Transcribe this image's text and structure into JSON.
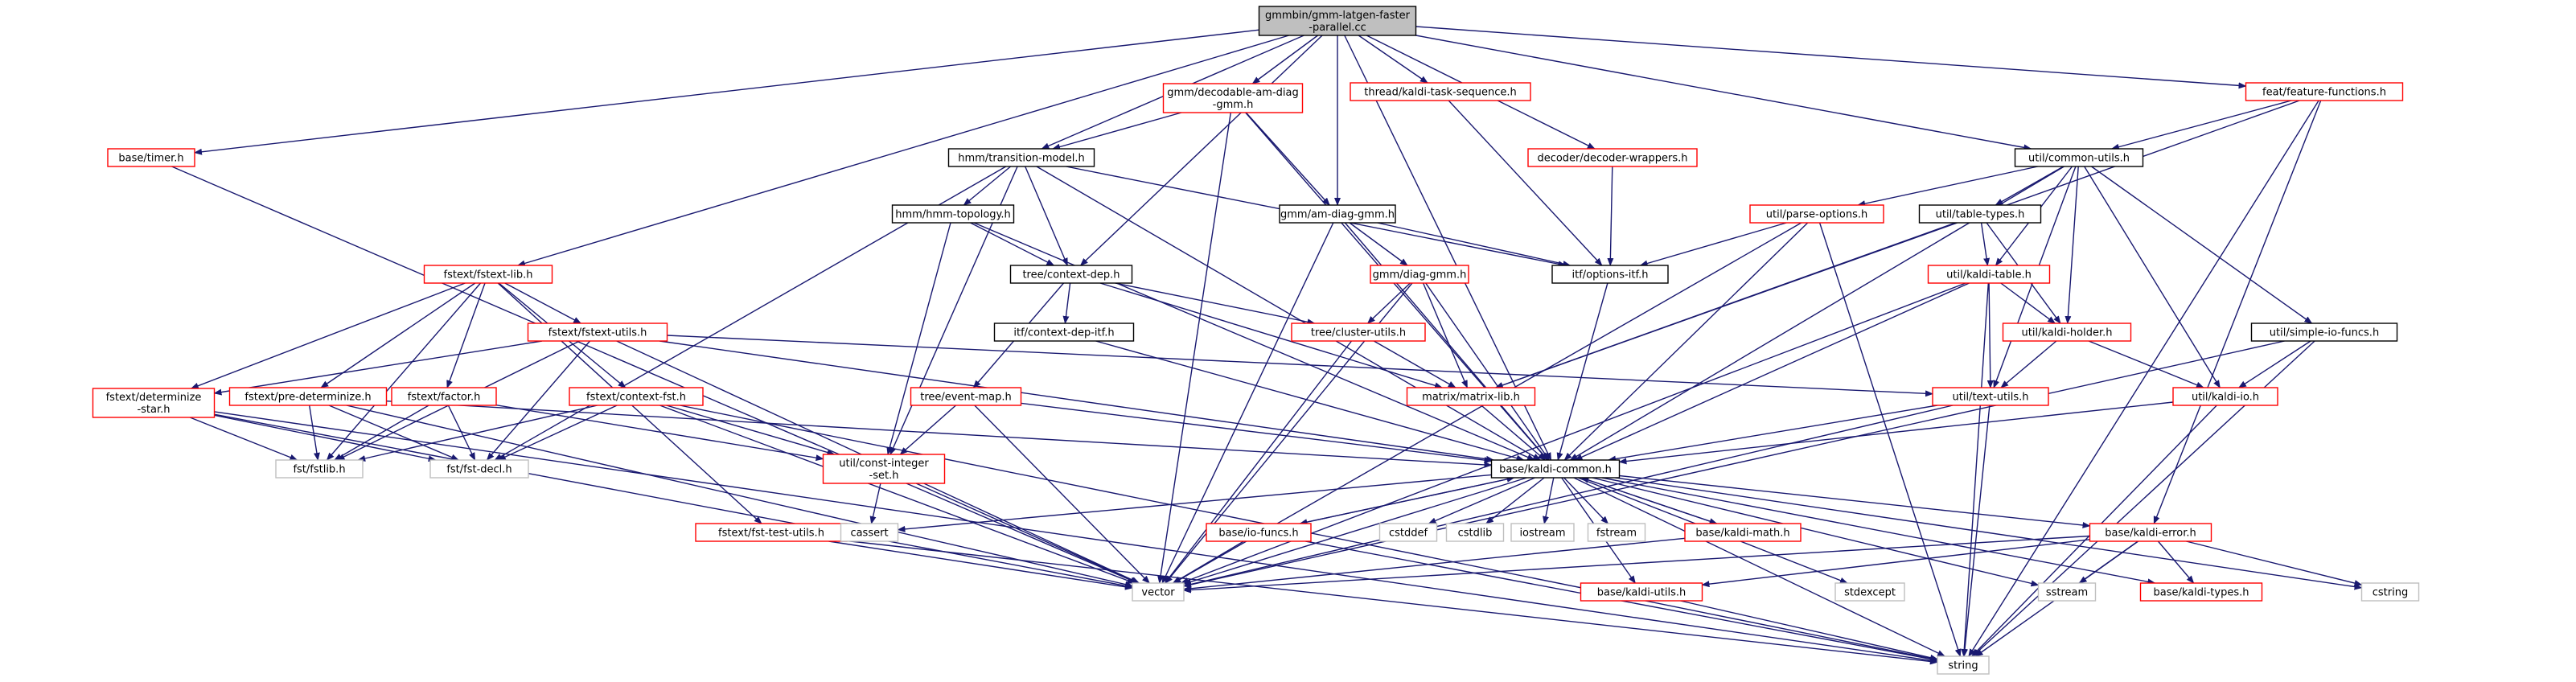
{
  "diagram": {
    "colors": {
      "root_fill": "#bfbfbf",
      "root_border": "#000000",
      "border_black": "#000000",
      "border_red": "#ff0000",
      "border_gray": "#bfbfbf",
      "edge": "#191970"
    },
    "nodes": [
      {
        "id": "root",
        "lines": [
          "gmmbin/gmm-latgen-faster",
          "-parallel.cc"
        ],
        "style": "root"
      },
      {
        "id": "base_timer",
        "lines": [
          "base/timer.h"
        ],
        "style": "red"
      },
      {
        "id": "fstext_lib",
        "lines": [
          "fstext/fstext-lib.h"
        ],
        "style": "red"
      },
      {
        "id": "hmm_tm",
        "lines": [
          "hmm/transition-model.h"
        ],
        "style": "black"
      },
      {
        "id": "gmm_decodable",
        "lines": [
          "gmm/decodable-am-diag",
          "-gmm.h"
        ],
        "style": "red"
      },
      {
        "id": "thread_kts",
        "lines": [
          "thread/kaldi-task-sequence.h"
        ],
        "style": "red"
      },
      {
        "id": "decoder_wrappers",
        "lines": [
          "decoder/decoder-wrappers.h"
        ],
        "style": "red"
      },
      {
        "id": "feat_ff",
        "lines": [
          "feat/feature-functions.h"
        ],
        "style": "red"
      },
      {
        "id": "util_common",
        "lines": [
          "util/common-utils.h"
        ],
        "style": "black"
      },
      {
        "id": "hmm_topo",
        "lines": [
          "hmm/hmm-topology.h"
        ],
        "style": "black"
      },
      {
        "id": "gmm_amdiag",
        "lines": [
          "gmm/am-diag-gmm.h"
        ],
        "style": "black"
      },
      {
        "id": "util_parse",
        "lines": [
          "util/parse-options.h"
        ],
        "style": "red"
      },
      {
        "id": "util_tabletypes",
        "lines": [
          "util/table-types.h"
        ],
        "style": "black"
      },
      {
        "id": "gmm_diaggmm",
        "lines": [
          "gmm/diag-gmm.h"
        ],
        "style": "red"
      },
      {
        "id": "tree_cd",
        "lines": [
          "tree/context-dep.h"
        ],
        "style": "black"
      },
      {
        "id": "itf_options",
        "lines": [
          "itf/options-itf.h"
        ],
        "style": "black"
      },
      {
        "id": "util_kaldi_table",
        "lines": [
          "util/kaldi-table.h"
        ],
        "style": "red"
      },
      {
        "id": "fstext_utils",
        "lines": [
          "fstext/fstext-utils.h"
        ],
        "style": "red"
      },
      {
        "id": "itf_cdi",
        "lines": [
          "itf/context-dep-itf.h"
        ],
        "style": "black"
      },
      {
        "id": "tree_cluster",
        "lines": [
          "tree/cluster-utils.h"
        ],
        "style": "red"
      },
      {
        "id": "util_kaldi_holder",
        "lines": [
          "util/kaldi-holder.h"
        ],
        "style": "red"
      },
      {
        "id": "util_sio",
        "lines": [
          "util/simple-io-funcs.h"
        ],
        "style": "black"
      },
      {
        "id": "fstext_det",
        "lines": [
          "fstext/determinize",
          "-star.h"
        ],
        "style": "red"
      },
      {
        "id": "fstext_predet",
        "lines": [
          "fstext/pre-determinize.h"
        ],
        "style": "red"
      },
      {
        "id": "fstext_factor",
        "lines": [
          "fstext/factor.h"
        ],
        "style": "red"
      },
      {
        "id": "fstext_cfst",
        "lines": [
          "fstext/context-fst.h"
        ],
        "style": "red"
      },
      {
        "id": "tree_em",
        "lines": [
          "tree/event-map.h"
        ],
        "style": "red"
      },
      {
        "id": "matrix_lib",
        "lines": [
          "matrix/matrix-lib.h"
        ],
        "style": "red"
      },
      {
        "id": "util_text",
        "lines": [
          "util/text-utils.h"
        ],
        "style": "red"
      },
      {
        "id": "util_kio",
        "lines": [
          "util/kaldi-io.h"
        ],
        "style": "red"
      },
      {
        "id": "fst_fstlib",
        "lines": [
          "fst/fstlib.h"
        ],
        "style": "gray"
      },
      {
        "id": "fst_decl",
        "lines": [
          "fst/fst-decl.h"
        ],
        "style": "gray"
      },
      {
        "id": "util_cis",
        "lines": [
          "util/const-integer",
          "-set.h"
        ],
        "style": "red"
      },
      {
        "id": "base_common",
        "lines": [
          "base/kaldi-common.h"
        ],
        "style": "black"
      },
      {
        "id": "fstext_ftu",
        "lines": [
          "fstext/fst-test-utils.h"
        ],
        "style": "red"
      },
      {
        "id": "cassert",
        "lines": [
          "cassert"
        ],
        "style": "gray"
      },
      {
        "id": "base_iofuncs",
        "lines": [
          "base/io-funcs.h"
        ],
        "style": "red"
      },
      {
        "id": "cstddef",
        "lines": [
          "cstddef"
        ],
        "style": "gray"
      },
      {
        "id": "cstdlib",
        "lines": [
          "cstdlib"
        ],
        "style": "gray"
      },
      {
        "id": "iostream",
        "lines": [
          "iostream"
        ],
        "style": "gray"
      },
      {
        "id": "fstream",
        "lines": [
          "fstream"
        ],
        "style": "gray"
      },
      {
        "id": "base_math",
        "lines": [
          "base/kaldi-math.h"
        ],
        "style": "red"
      },
      {
        "id": "base_error",
        "lines": [
          "base/kaldi-error.h"
        ],
        "style": "red"
      },
      {
        "id": "vector",
        "lines": [
          "vector"
        ],
        "style": "gray"
      },
      {
        "id": "base_utils",
        "lines": [
          "base/kaldi-utils.h"
        ],
        "style": "red"
      },
      {
        "id": "stdexcept",
        "lines": [
          "stdexcept"
        ],
        "style": "gray"
      },
      {
        "id": "sstream",
        "lines": [
          "sstream"
        ],
        "style": "gray"
      },
      {
        "id": "base_types",
        "lines": [
          "base/kaldi-types.h"
        ],
        "style": "red"
      },
      {
        "id": "cstring",
        "lines": [
          "cstring"
        ],
        "style": "gray"
      },
      {
        "id": "string",
        "lines": [
          "string"
        ],
        "style": "gray"
      }
    ],
    "edges": [
      [
        "root",
        "base_timer"
      ],
      [
        "root",
        "fstext_lib"
      ],
      [
        "root",
        "hmm_tm"
      ],
      [
        "root",
        "gmm_decodable"
      ],
      [
        "root",
        "thread_kts"
      ],
      [
        "root",
        "decoder_wrappers"
      ],
      [
        "root",
        "feat_ff"
      ],
      [
        "root",
        "util_common"
      ],
      [
        "root",
        "gmm_amdiag"
      ],
      [
        "root",
        "tree_cd"
      ],
      [
        "root",
        "base_common"
      ],
      [
        "base_timer",
        "vector"
      ],
      [
        "fstext_lib",
        "fst_fstlib"
      ],
      [
        "fstext_lib",
        "fstext_utils"
      ],
      [
        "fstext_lib",
        "fstext_det"
      ],
      [
        "fstext_lib",
        "fstext_predet"
      ],
      [
        "fstext_lib",
        "fstext_factor"
      ],
      [
        "fstext_lib",
        "fstext_cfst"
      ],
      [
        "fstext_lib",
        "fstext_ftu"
      ],
      [
        "hmm_tm",
        "hmm_topo"
      ],
      [
        "hmm_tm",
        "tree_cd"
      ],
      [
        "hmm_tm",
        "itf_options"
      ],
      [
        "hmm_tm",
        "base_common"
      ],
      [
        "hmm_tm",
        "util_cis"
      ],
      [
        "hmm_tm",
        "fst_decl"
      ],
      [
        "gmm_decodable",
        "hmm_tm"
      ],
      [
        "gmm_decodable",
        "gmm_amdiag"
      ],
      [
        "gmm_decodable",
        "base_common"
      ],
      [
        "gmm_decodable",
        "vector"
      ],
      [
        "thread_kts",
        "itf_options"
      ],
      [
        "decoder_wrappers",
        "itf_options"
      ],
      [
        "feat_ff",
        "util_common"
      ],
      [
        "feat_ff",
        "matrix_lib"
      ],
      [
        "feat_ff",
        "base_error"
      ],
      [
        "feat_ff",
        "string"
      ],
      [
        "util_common",
        "util_parse"
      ],
      [
        "util_common",
        "util_tabletypes"
      ],
      [
        "util_common",
        "util_kaldi_table"
      ],
      [
        "util_common",
        "util_kaldi_holder"
      ],
      [
        "util_common",
        "util_text"
      ],
      [
        "util_common",
        "util_kio"
      ],
      [
        "util_common",
        "util_sio"
      ],
      [
        "util_common",
        "base_common"
      ],
      [
        "hmm_topo",
        "tree_cd"
      ],
      [
        "hmm_topo",
        "util_cis"
      ],
      [
        "hmm_topo",
        "base_common"
      ],
      [
        "gmm_amdiag",
        "gmm_diaggmm"
      ],
      [
        "gmm_amdiag",
        "itf_options"
      ],
      [
        "gmm_amdiag",
        "base_common"
      ],
      [
        "gmm_amdiag",
        "vector"
      ],
      [
        "util_parse",
        "itf_options"
      ],
      [
        "util_parse",
        "base_common"
      ],
      [
        "util_parse",
        "vector"
      ],
      [
        "util_parse",
        "string"
      ],
      [
        "util_tabletypes",
        "util_kaldi_table"
      ],
      [
        "util_tabletypes",
        "util_kaldi_holder"
      ],
      [
        "util_tabletypes",
        "matrix_lib"
      ],
      [
        "gmm_diaggmm",
        "tree_cluster"
      ],
      [
        "gmm_diaggmm",
        "matrix_lib"
      ],
      [
        "gmm_diaggmm",
        "base_common"
      ],
      [
        "gmm_diaggmm",
        "vector"
      ],
      [
        "tree_cd",
        "itf_cdi"
      ],
      [
        "tree_cd",
        "tree_em"
      ],
      [
        "tree_cd",
        "tree_cluster"
      ],
      [
        "tree_cd",
        "matrix_lib"
      ],
      [
        "itf_options",
        "base_common"
      ],
      [
        "util_kaldi_table",
        "util_kaldi_holder"
      ],
      [
        "util_kaldi_table",
        "util_text"
      ],
      [
        "util_kaldi_table",
        "base_common"
      ],
      [
        "util_kaldi_table",
        "vector"
      ],
      [
        "util_kaldi_table",
        "string"
      ],
      [
        "fstext_utils",
        "fstext_det"
      ],
      [
        "fstext_utils",
        "fst_fstlib"
      ],
      [
        "fstext_utils",
        "fst_decl"
      ],
      [
        "fstext_utils",
        "util_text"
      ],
      [
        "fstext_utils",
        "base_common"
      ],
      [
        "fstext_utils",
        "vector"
      ],
      [
        "itf_cdi",
        "base_common"
      ],
      [
        "tree_cluster",
        "matrix_lib"
      ],
      [
        "tree_cluster",
        "vector"
      ],
      [
        "util_kaldi_holder",
        "util_kio"
      ],
      [
        "util_kaldi_holder",
        "util_text"
      ],
      [
        "util_sio",
        "util_kio"
      ],
      [
        "util_sio",
        "vector"
      ],
      [
        "util_sio",
        "string"
      ],
      [
        "fstext_det",
        "fst_fstlib"
      ],
      [
        "fstext_det",
        "fst_decl"
      ],
      [
        "fstext_det",
        "vector"
      ],
      [
        "fstext_det",
        "string"
      ],
      [
        "fstext_predet",
        "fst_fstlib"
      ],
      [
        "fstext_predet",
        "fst_decl"
      ],
      [
        "fstext_predet",
        "base_common"
      ],
      [
        "fstext_predet",
        "vector"
      ],
      [
        "fstext_factor",
        "fst_fstlib"
      ],
      [
        "fstext_factor",
        "fst_decl"
      ],
      [
        "fstext_factor",
        "util_cis"
      ],
      [
        "fstext_cfst",
        "fst_fstlib"
      ],
      [
        "fstext_cfst",
        "fst_decl"
      ],
      [
        "fstext_cfst",
        "util_cis"
      ],
      [
        "fstext_cfst",
        "vector"
      ],
      [
        "fstext_cfst",
        "string"
      ],
      [
        "tree_em",
        "util_cis"
      ],
      [
        "tree_em",
        "base_common"
      ],
      [
        "tree_em",
        "vector"
      ],
      [
        "matrix_lib",
        "base_common"
      ],
      [
        "util_text",
        "base_common"
      ],
      [
        "util_text",
        "vector"
      ],
      [
        "util_text",
        "string"
      ],
      [
        "util_kio",
        "base_common"
      ],
      [
        "util_kio",
        "string"
      ],
      [
        "util_cis",
        "cassert"
      ],
      [
        "util_cis",
        "vector"
      ],
      [
        "fstext_ftu",
        "vector"
      ],
      [
        "fstext_ftu",
        "string"
      ],
      [
        "base_common",
        "cassert"
      ],
      [
        "base_common",
        "base_iofuncs"
      ],
      [
        "base_common",
        "cstddef"
      ],
      [
        "base_common",
        "cstdlib"
      ],
      [
        "base_common",
        "iostream"
      ],
      [
        "base_common",
        "fstream"
      ],
      [
        "base_common",
        "base_math"
      ],
      [
        "base_common",
        "base_error"
      ],
      [
        "base_common",
        "vector"
      ],
      [
        "base_common",
        "base_utils"
      ],
      [
        "base_common",
        "stdexcept"
      ],
      [
        "base_common",
        "sstream"
      ],
      [
        "base_common",
        "base_types"
      ],
      [
        "base_common",
        "cstring"
      ],
      [
        "base_common",
        "string"
      ],
      [
        "base_iofuncs",
        "base_common"
      ],
      [
        "base_iofuncs",
        "vector"
      ],
      [
        "base_iofuncs",
        "string"
      ],
      [
        "base_math",
        "base_common"
      ],
      [
        "base_math",
        "vector"
      ],
      [
        "base_error",
        "vector"
      ],
      [
        "base_error",
        "base_utils"
      ],
      [
        "base_error",
        "sstream"
      ],
      [
        "base_error",
        "base_types"
      ],
      [
        "base_error",
        "cstring"
      ],
      [
        "base_error",
        "string"
      ],
      [
        "base_utils",
        "string"
      ]
    ]
  }
}
